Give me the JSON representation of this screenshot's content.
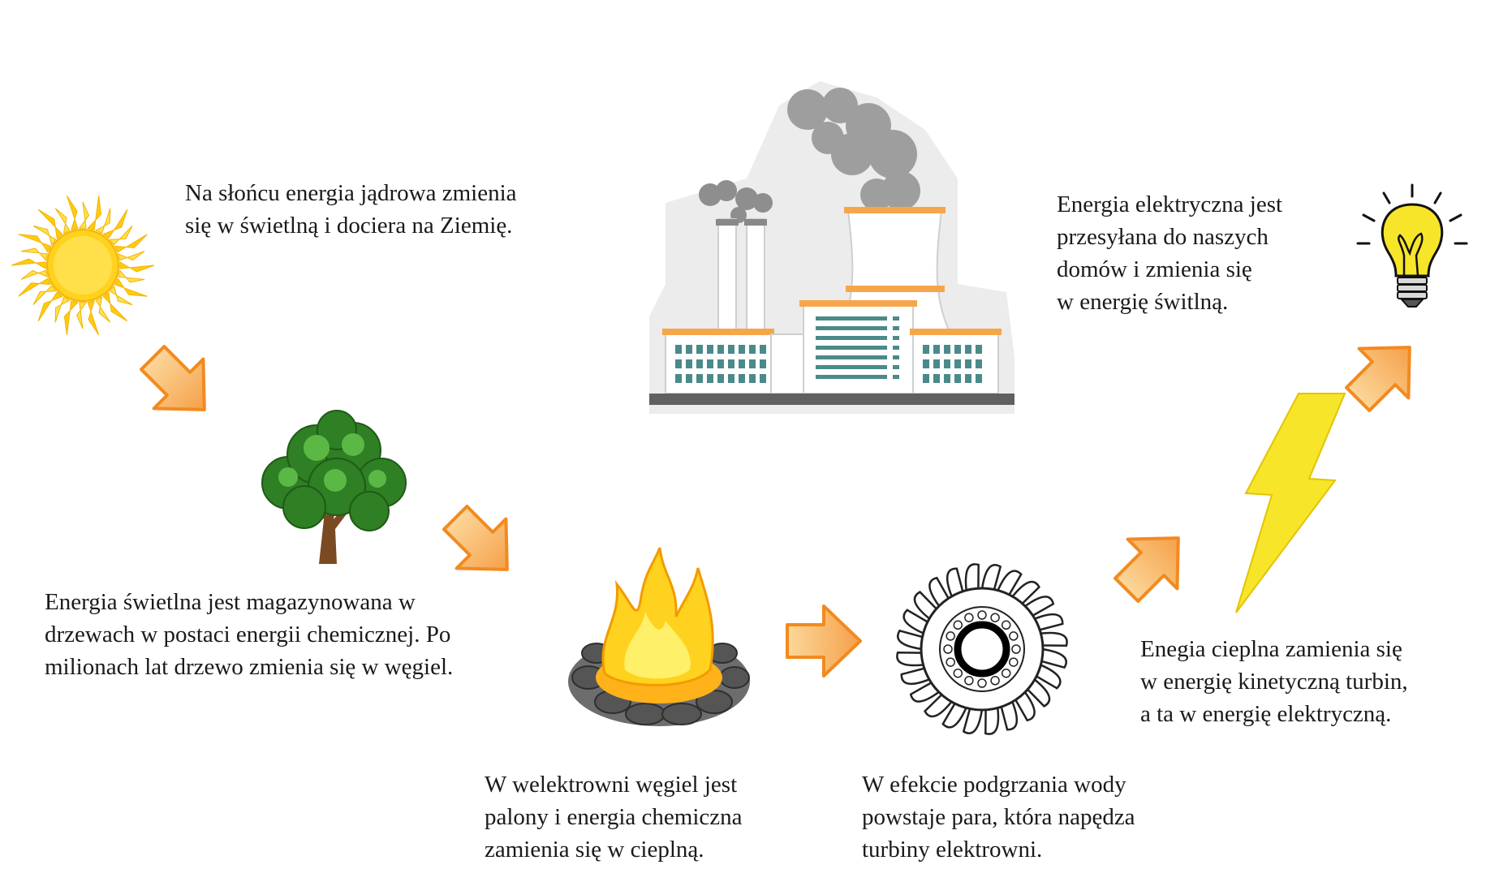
{
  "steps": {
    "sun": {
      "lines": [
        "Na słońcu energia jądrowa zmienia",
        "się w świetlną i dociera na Ziemię."
      ]
    },
    "tree": {
      "lines": [
        "Energia świetlna jest magazynowana w",
        "drzewach w postaci energii chemicznej. Po",
        "milionach lat drzewo zmienia się w węgiel."
      ]
    },
    "fire": {
      "lines": [
        "W welektrowni węgiel jest",
        "palony i energia chemiczna",
        "zamienia się w cieplną."
      ]
    },
    "steam": {
      "lines": [
        "W efekcie podgrzania wody",
        "powstaje para, która napędza",
        "turbiny elektrowni."
      ]
    },
    "turbine": {
      "lines": [
        "Enegia cieplna zamienia się",
        "w energię kinetyczną turbin,",
        "a ta w energię elektryczną."
      ]
    },
    "home": {
      "lines": [
        "Energia elektryczna jest",
        "przesyłana do naszych",
        "domów i zmienia się",
        "w energię świtlną."
      ]
    }
  },
  "icons": [
    "sun-icon",
    "tree-icon",
    "campfire-icon",
    "turbine-icon",
    "power-plant-icon",
    "lightning-icon",
    "light-bulb-icon",
    "arrow-icon"
  ],
  "colors": {
    "arrow_fill": "#f5a04a",
    "arrow_light": "#fcd79a",
    "arrow_stroke": "#f28a1f",
    "sun": "#ffd21f",
    "lightning": "#f7e52a",
    "tree": "#3e9b31",
    "smoke": "#9e9e9e"
  }
}
